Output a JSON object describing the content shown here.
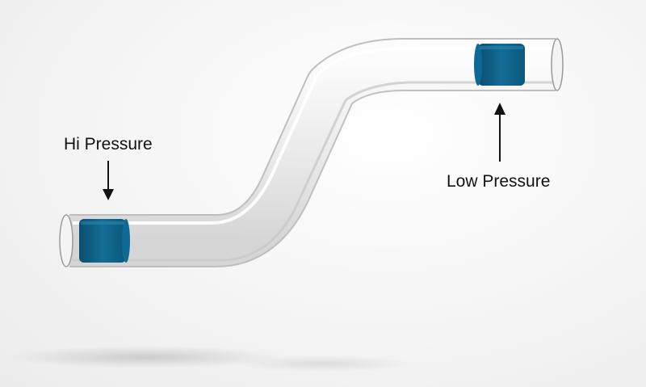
{
  "labels": {
    "high_pressure": "Hi Pressure",
    "low_pressure": "Low Pressure"
  },
  "colors": {
    "piston": "#0d5f85",
    "piston_highlight": "#1c7ca8",
    "tube_outline": "#9a9a9a",
    "arrow": "#111111"
  },
  "components": {
    "tube": "s-shaped-glass-tube",
    "left_piston": "piston-high-pressure-side",
    "right_piston": "piston-low-pressure-side"
  }
}
